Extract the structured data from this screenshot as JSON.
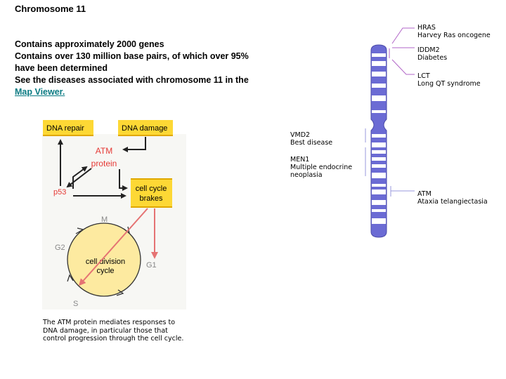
{
  "title": "Chromosome 11",
  "info": {
    "line1": "Contains approximately 2000 genes",
    "line2": "Contains over 130 million base pairs, of which over 95%",
    "line3": "have been determined",
    "line4": "See the diseases associated with chromosome 11 in the",
    "link": "Map Viewer."
  },
  "diagram": {
    "dna_repair": "DNA repair",
    "dna_damage": "DNA damage",
    "atm_line1": "ATM",
    "atm_line2": "protein",
    "p53": "p53",
    "brakes_line1": "cell cycle",
    "brakes_line2": "brakes",
    "phase_m": "M",
    "phase_g2": "G2",
    "phase_g1": "G1",
    "phase_s": "S",
    "cycle_line1": "cell division",
    "cycle_line2": "cycle",
    "box_color": "#fdd835",
    "accent_color": "#e57373",
    "atm_color": "#e53935"
  },
  "caption": {
    "line1": "The ATM protein mediates responses to",
    "line2": "DNA damage, in particular those that",
    "line3": "control progression through the cell cycle."
  },
  "chromosome": {
    "body_color": "#6b6bd4",
    "labels": {
      "hras_symbol": "HRAS",
      "hras_name": "Harvey Ras oncogene",
      "iddm2_symbol": "IDDM2",
      "iddm2_name": "Diabetes",
      "lct_symbol": "LCT",
      "lct_name": "Long QT syndrome",
      "vmd2_symbol": "VMD2",
      "vmd2_name": "Best disease",
      "men1_symbol": "MEN1",
      "men1_name1": "Multiple endocrine",
      "men1_name2": "neoplasia",
      "atm_symbol": "ATM",
      "atm_name": "Ataxia telangiectasia"
    }
  }
}
